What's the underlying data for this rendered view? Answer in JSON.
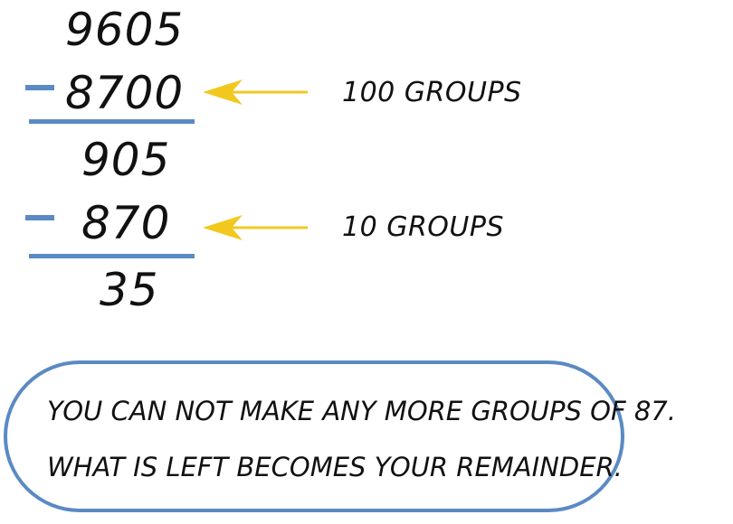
{
  "problem": {
    "dividend": "9605",
    "step1_subtrahend": "8700",
    "step1_difference": "905",
    "step2_subtrahend": "870",
    "remainder": "35"
  },
  "annotations": {
    "step1_label": "100 GROUPS",
    "step2_label": "10 GROUPS"
  },
  "note": {
    "line1": "YOU CAN NOT MAKE ANY MORE GROUPS OF 87.",
    "line2": "WHAT IS LEFT BECOMES YOUR REMAINDER."
  },
  "colors": {
    "rule": "#5b8ac3",
    "arrow": "#f2c81f",
    "text": "#111111"
  }
}
